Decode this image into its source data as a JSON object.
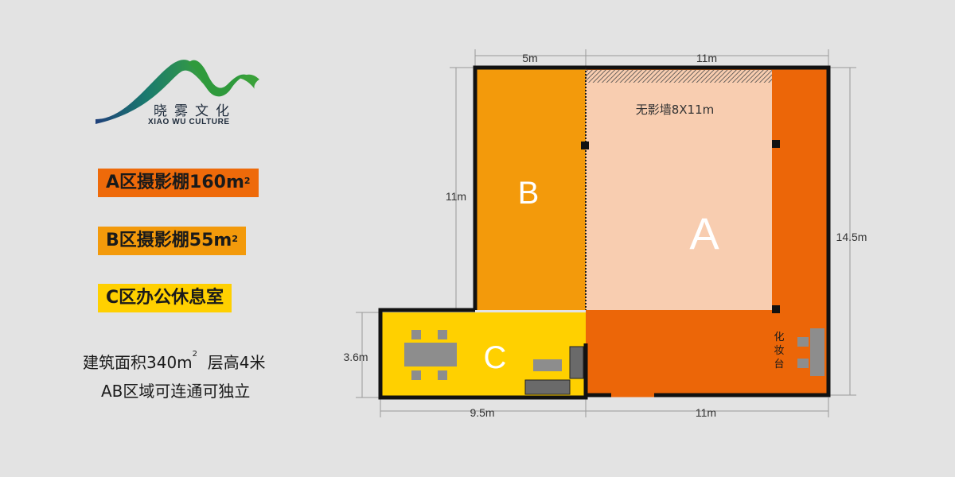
{
  "brand": {
    "name_cn": "晓雾文化",
    "name_en": "XIAO WU CULTURE"
  },
  "legend": {
    "zone_a": {
      "text": "A区摄影棚160m",
      "sup": "2",
      "color": "#ee6a0a"
    },
    "zone_b": {
      "text": "B区摄影棚55m",
      "sup": "2",
      "color": "#f39a0b"
    },
    "zone_c": {
      "text": "C区办公休息室",
      "color": "#ffd000"
    }
  },
  "info": {
    "line1_a": "建筑面积340m",
    "line1_sup": "2",
    "line1_b": "层高4米",
    "line2": "AB区域可连通可独立"
  },
  "floorplan": {
    "zone_a_label": "A",
    "zone_b_label": "B",
    "zone_c_label": "C",
    "cyclorama_label": "无影墙8X11m",
    "makeup_label": [
      "化",
      "妆",
      "台"
    ],
    "dimensions": {
      "top_left": "5m",
      "top_right": "11m",
      "left_b": "11m",
      "right": "14.5m",
      "left_c": "3.6m",
      "bottom_left": "9.5m",
      "bottom_right": "11m"
    },
    "colors": {
      "zone_a_outer": "#ec6608",
      "zone_a_cyclorama": "#f8cdb0",
      "zone_b": "#f39a0b",
      "zone_c": "#ffd000",
      "wall": "#111111",
      "furniture": "#8d8d8d"
    }
  }
}
